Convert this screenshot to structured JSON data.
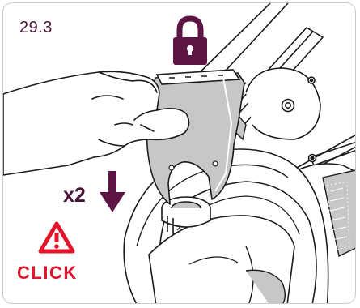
{
  "step": {
    "number": "29.3"
  },
  "instruction": {
    "multiplier": "x2",
    "click_label": "CLICK"
  },
  "icons": {
    "lock": "lock-icon",
    "push_down": "arrow-down-icon",
    "warning": "warning-triangle-icon"
  },
  "colors": {
    "accent_plum": "#5c1445",
    "click_red": "#e3152a",
    "line_art": "#1a1a1a",
    "frame_border": "#c9c9c9",
    "shade_grey": "#c7c7c7"
  }
}
